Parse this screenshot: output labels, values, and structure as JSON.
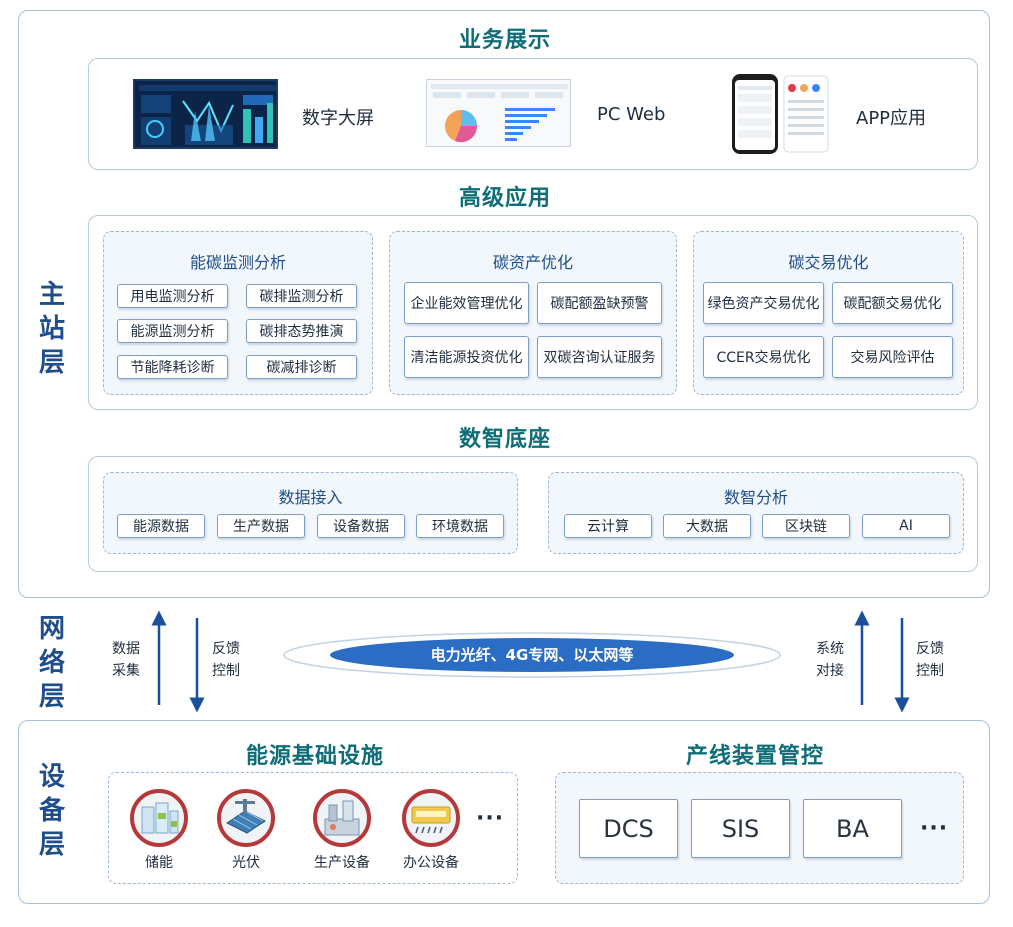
{
  "layers": {
    "main": [
      "主",
      "站",
      "层"
    ],
    "network": [
      "网",
      "络",
      "层"
    ],
    "device": [
      "设",
      "备",
      "层"
    ]
  },
  "business": {
    "title": "业务展示",
    "items": [
      {
        "label": "数字大屏",
        "icon": "big-screen-dashboard-thumbnail"
      },
      {
        "label": "PC Web",
        "icon": "pc-web-dashboard-thumbnail"
      },
      {
        "label": "APP应用",
        "icon": "mobile-app-thumbnail"
      }
    ]
  },
  "advanced": {
    "title": "高级应用",
    "groups": [
      {
        "title": "能碳监测分析",
        "items": [
          "用电监测分析",
          "碳排监测分析",
          "能源监测分析",
          "碳排态势推演",
          "节能降耗诊断",
          "碳减排诊断"
        ]
      },
      {
        "title": "碳资产优化",
        "items": [
          "企业能效管理优化",
          "碳配额盈缺预警",
          "清洁能源投资优化",
          "双碳咨询认证服务"
        ]
      },
      {
        "title": "碳交易优化",
        "items": [
          "绿色资产交易优化",
          "碳配额交易优化",
          "CCER交易优化",
          "交易风险评估"
        ]
      }
    ]
  },
  "base": {
    "title": "数智底座",
    "groups": [
      {
        "title": "数据接入",
        "items": [
          "能源数据",
          "生产数据",
          "设备数据",
          "环境数据"
        ]
      },
      {
        "title": "数智分析",
        "items": [
          "云计算",
          "大数据",
          "区块链",
          "AI"
        ]
      }
    ]
  },
  "network": {
    "center": "电力光纤、4G专网、以太网等",
    "left_up": [
      "数据",
      "采集"
    ],
    "left_down": [
      "反馈",
      "控制"
    ],
    "right_up": [
      "系统",
      "对接"
    ],
    "right_down": [
      "反馈",
      "控制"
    ]
  },
  "device": {
    "energy": {
      "title": "能源基础设施",
      "items": [
        {
          "label": "储能",
          "icon": "energy-storage-icon"
        },
        {
          "label": "光伏",
          "icon": "solar-panel-icon"
        },
        {
          "label": "生产设备",
          "icon": "production-equipment-icon"
        },
        {
          "label": "办公设备",
          "icon": "office-equipment-icon"
        }
      ],
      "more": "···"
    },
    "line": {
      "title": "产线装置管控",
      "items": [
        "DCS",
        "SIS",
        "BA"
      ],
      "more": "···"
    }
  },
  "colors": {
    "title_teal": "#0f6d78",
    "label_blue": "#1e4e8c",
    "arrow_blue": "#1a4f9c",
    "icon_ring": "#b5383a"
  }
}
